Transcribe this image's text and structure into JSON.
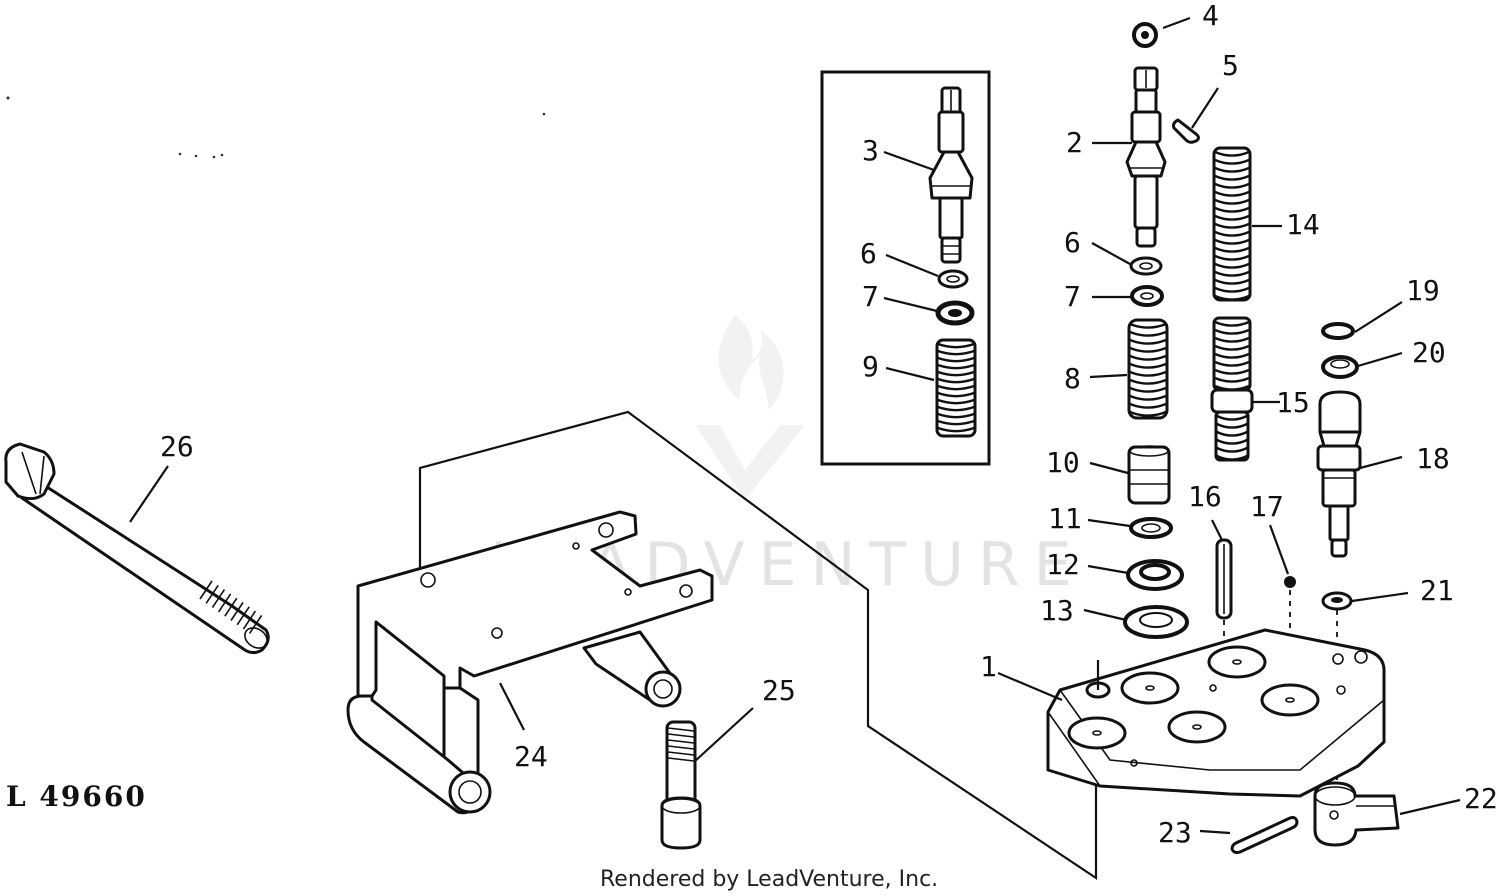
{
  "diagram": {
    "figure_number": "L 49660",
    "footer": "Rendered by LeadVenture, Inc.",
    "watermark": "LEADVENTURE",
    "callouts": [
      {
        "id": "1",
        "label": "1"
      },
      {
        "id": "2",
        "label": "2"
      },
      {
        "id": "3",
        "label": "3"
      },
      {
        "id": "4",
        "label": "4"
      },
      {
        "id": "5",
        "label": "5"
      },
      {
        "id": "6a",
        "label": "6"
      },
      {
        "id": "6b",
        "label": "6"
      },
      {
        "id": "7a",
        "label": "7"
      },
      {
        "id": "7b",
        "label": "7"
      },
      {
        "id": "8",
        "label": "8"
      },
      {
        "id": "9",
        "label": "9"
      },
      {
        "id": "10",
        "label": "10"
      },
      {
        "id": "11",
        "label": "11"
      },
      {
        "id": "12",
        "label": "12"
      },
      {
        "id": "13",
        "label": "13"
      },
      {
        "id": "14",
        "label": "14"
      },
      {
        "id": "15",
        "label": "15"
      },
      {
        "id": "16",
        "label": "16"
      },
      {
        "id": "17",
        "label": "17"
      },
      {
        "id": "18",
        "label": "18"
      },
      {
        "id": "19",
        "label": "19"
      },
      {
        "id": "20",
        "label": "20"
      },
      {
        "id": "21",
        "label": "21"
      },
      {
        "id": "22",
        "label": "22"
      },
      {
        "id": "23",
        "label": "23"
      },
      {
        "id": "24",
        "label": "24"
      },
      {
        "id": "25",
        "label": "25"
      },
      {
        "id": "26",
        "label": "26"
      }
    ]
  }
}
